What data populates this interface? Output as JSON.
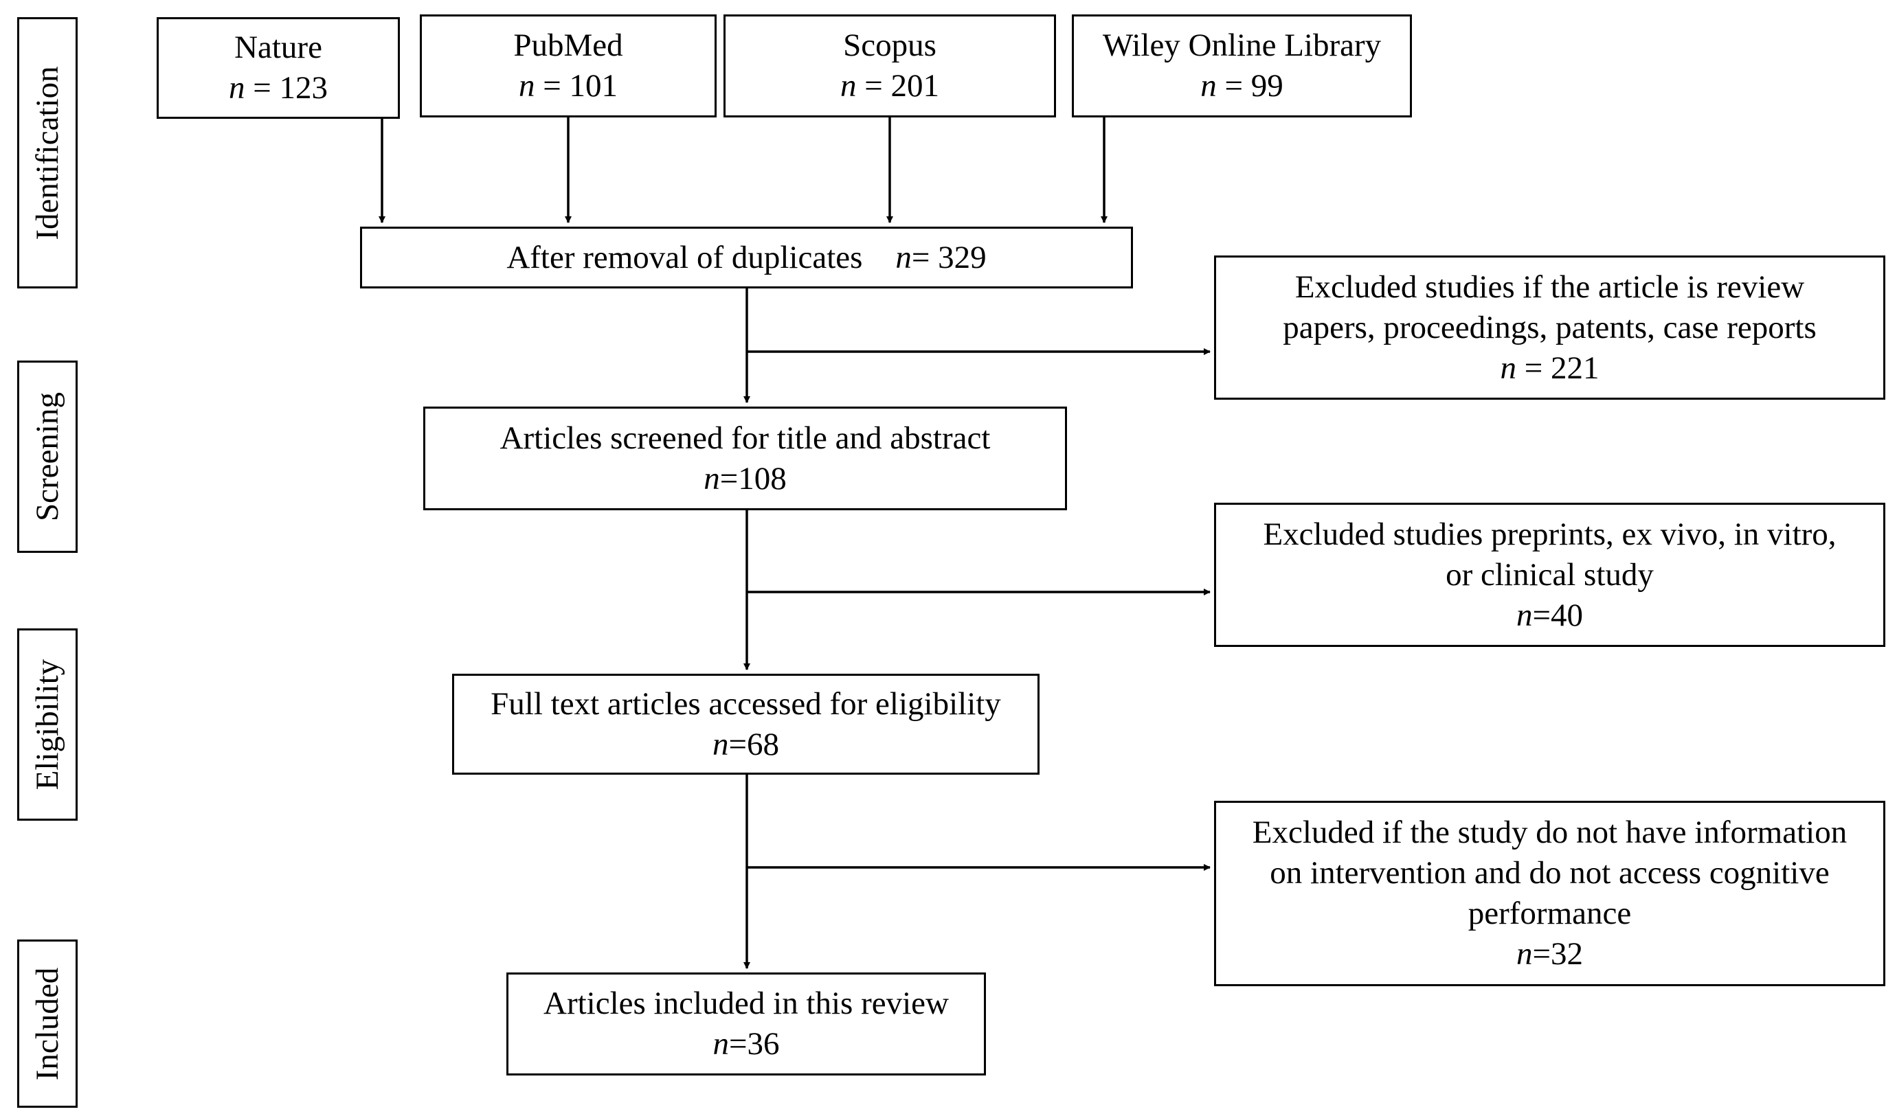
{
  "stages": {
    "identification": "Identification",
    "screening": "Screening",
    "eligibility": "Eligibility",
    "included": "Included"
  },
  "sources": [
    {
      "name": "Nature",
      "n_label": "n",
      "n_value": " = 123"
    },
    {
      "name": "PubMed",
      "n_label": "n",
      "n_value": " = 101"
    },
    {
      "name": "Scopus",
      "n_label": "n",
      "n_value": " = 201"
    },
    {
      "name": "Wiley Online Library",
      "n_label": "n",
      "n_value": " = 99"
    }
  ],
  "duplicates": {
    "text": "After removal of duplicates",
    "n_label": "n",
    "n_value": " = 329"
  },
  "screened": {
    "text": "Articles screened for title and abstract",
    "n_label": "n",
    "n_value": "=108"
  },
  "fulltext": {
    "text": "Full text articles accessed for eligibility",
    "n_label": "n",
    "n_value": "=68"
  },
  "included": {
    "text": "Articles included in this review",
    "n_label": "n",
    "n_value": "=36"
  },
  "excluded1": {
    "line1": "Excluded studies if the article is review",
    "line2": "papers, proceedings, patents, case reports",
    "n_label": "n",
    "n_value": " = 221"
  },
  "excluded2": {
    "line1": "Excluded studies preprints, ex vivo, in vitro,",
    "line2": "or clinical study",
    "n_label": "n",
    "n_value": "=40"
  },
  "excluded3": {
    "line1": "Excluded if the study do not have information",
    "line2": "on intervention and do not access cognitive",
    "line3": "performance",
    "n_label": "n",
    "n_value": "=32"
  }
}
